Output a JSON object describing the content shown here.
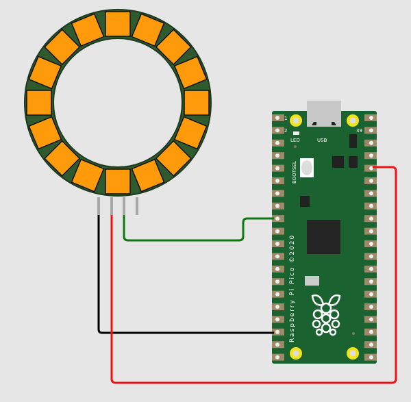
{
  "ring": {
    "led_count": 16,
    "led_color": "#ff9a0a",
    "pcb_color": "#2e5a2e"
  },
  "pico": {
    "board_color": "#1a6331",
    "pin_numbers": {
      "top_left": "1",
      "second_left": "2",
      "top_right": "39"
    },
    "led_label": "LED",
    "usb_label": "USB",
    "bootsel_label": "BOOTSEL",
    "brand_text": "Raspberry Pi Pico ©2020",
    "pins_per_side": 20
  },
  "wires": [
    {
      "name": "data",
      "color": "#0a7a0a"
    },
    {
      "name": "ground",
      "color": "#000000"
    },
    {
      "name": "power",
      "color": "#ee1111"
    }
  ]
}
